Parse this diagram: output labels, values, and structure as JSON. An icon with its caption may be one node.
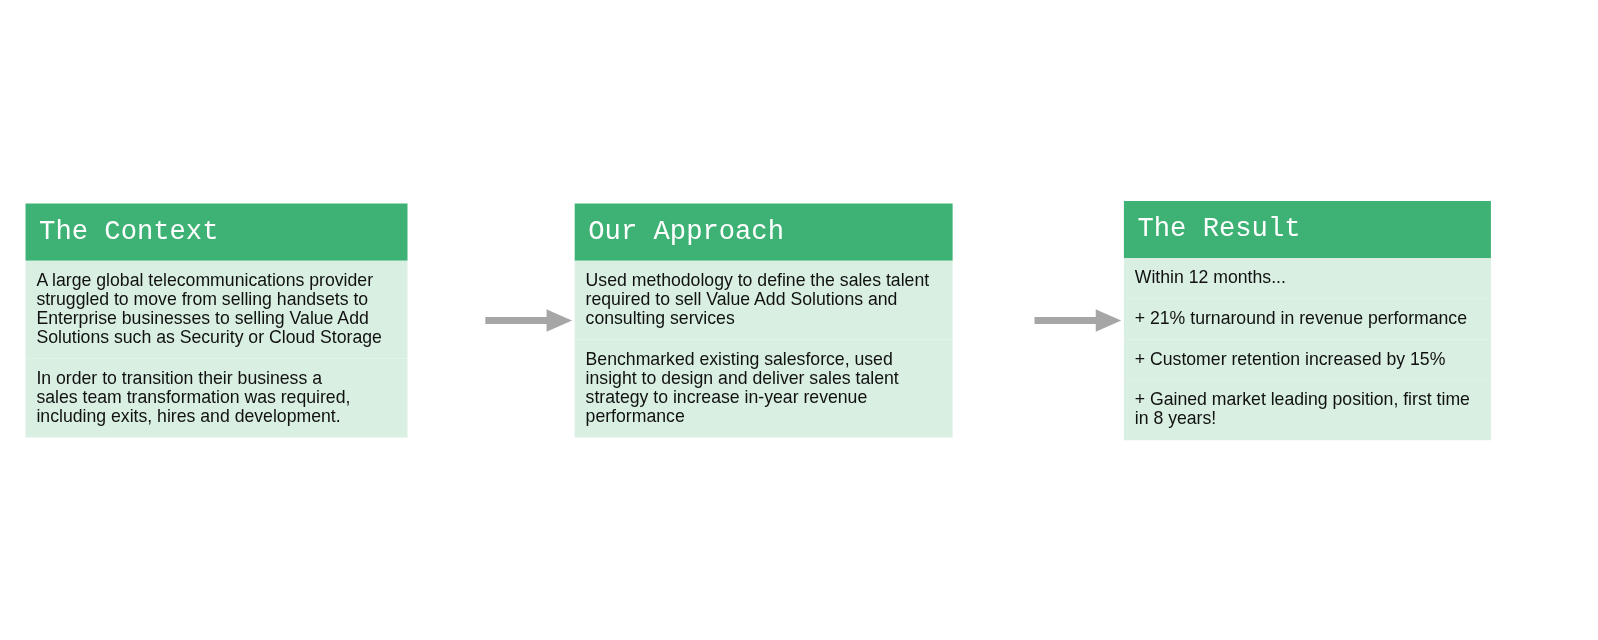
{
  "diagram": {
    "nodes": [
      {
        "text": [
          "The Context",
          "A large global telecommunications provider struggled to move from selling handsets to Enterprise businesses to selling Value Add Solutions such as Security or Cloud Storage",
          "In order to transition their business a sales team transformation was required, including exits, hires and development."
        ]
      },
      {
        "text": [
          "Our Approach",
          "Used methodology to define the sales talent required to sell Value Add Solutions and consulting services",
          "Benchmarked existing salesforce, used insight to design and deliver sales talent strategy to increase in-year revenue performance"
        ]
      },
      {
        "text": [
          "The Result",
          "Within 12 months...",
          "+ 21% turnaround in revenue performance",
          "+ Customer retention increased by 15%",
          "+ Gained market leading position, first time in 8 years!"
        ]
      }
    ],
    "edges": [
      {
        "from": 0,
        "to": 1,
        "arrow": "to"
      },
      {
        "from": 1,
        "to": 2,
        "arrow": "to"
      }
    ]
  }
}
